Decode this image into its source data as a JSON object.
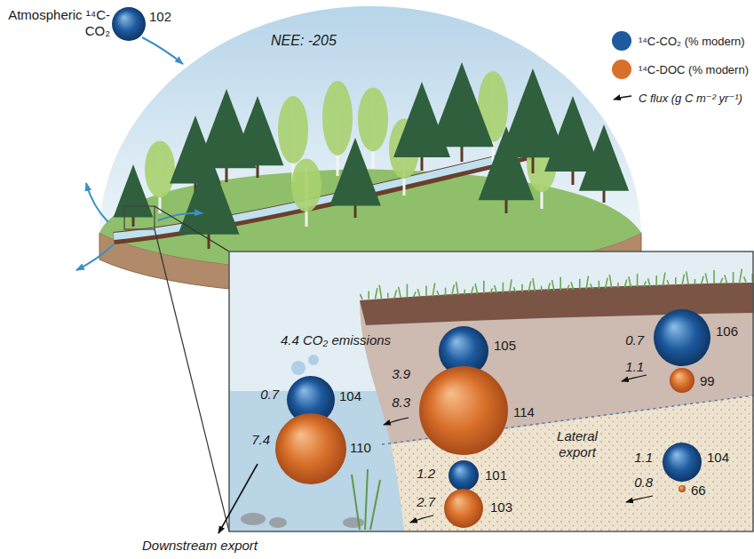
{
  "diagram": {
    "labels": [
      "Atmospheric ¹⁴C-CO₂",
      "102",
      "NEE: -205",
      "4.4 CO₂ emissions",
      "0.7",
      "104",
      "7.4",
      "110",
      "3.9",
      "105",
      "8.3",
      "114",
      "0.7",
      "106",
      "1.1",
      "99",
      "Lateral export",
      "1.1",
      "104",
      "0.8",
      "66",
      "1.2",
      "101",
      "2.7",
      "103",
      "Downstream export"
    ],
    "legend": [
      {
        "text": "¹⁴C-CO₂ (% modern)",
        "color": "#1d5a9e"
      },
      {
        "text": "¹⁴C-DOC (% modern)",
        "color": "#d9702a"
      },
      {
        "text": "C flux (g C m⁻² yr⁻¹)"
      }
    ]
  }
}
